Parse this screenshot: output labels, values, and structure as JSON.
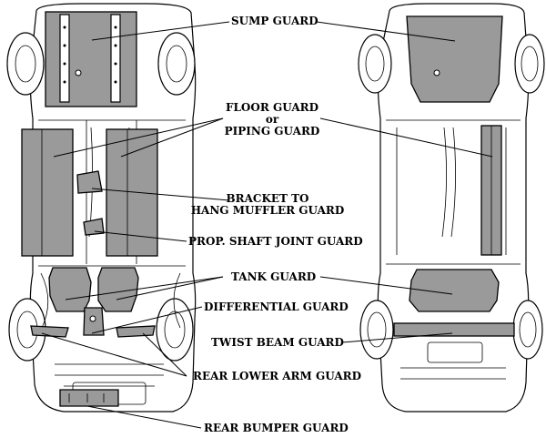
{
  "colors": {
    "guard_fill": "#9a9a9a",
    "outline": "#000000",
    "background": "#ffffff"
  },
  "labels": {
    "sump_guard": "SUMP GUARD",
    "floor_guard_line1": "FLOOR GUARD",
    "floor_guard_or": "or",
    "floor_guard_line2": "PIPING GUARD",
    "bracket_line1": "BRACKET TO",
    "bracket_line2": "HANG MUFFLER GUARD",
    "prop_shaft": "PROP. SHAFT JOINT GUARD",
    "tank_guard": "TANK GUARD",
    "differential_guard": "DIFFERENTIAL GUARD",
    "twist_beam_guard": "TWIST BEAM GUARD",
    "rear_lower_arm_guard": "REAR LOWER ARM GUARD",
    "rear_bumper_guard": "REAR BUMPER GUARD"
  }
}
